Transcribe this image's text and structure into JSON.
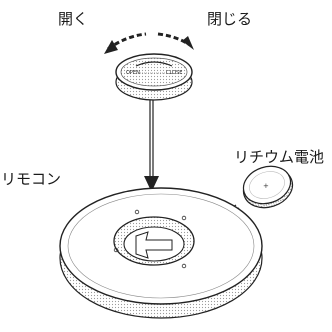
{
  "labels": {
    "open": "開く",
    "close": "閉じる",
    "remote": "リモコン",
    "battery": "リチウム電池"
  },
  "cover": {
    "open_mark": "OPEN",
    "close_mark": "CLOSE"
  },
  "battery_mark": "+"
}
